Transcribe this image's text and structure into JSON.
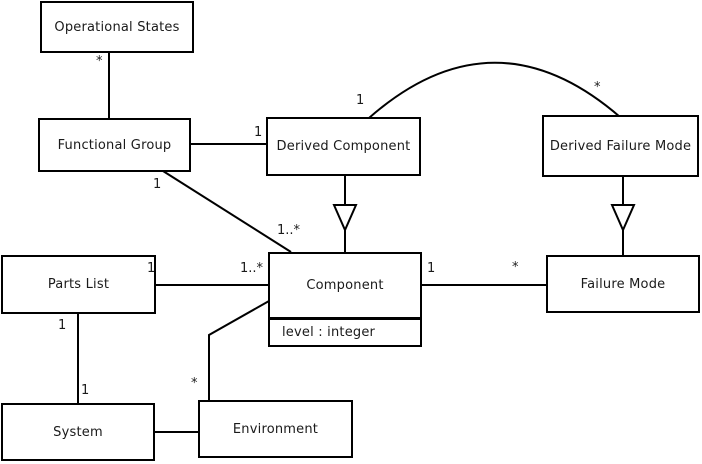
{
  "diagram_type": "uml-class-diagram",
  "colors": {
    "background": "#ffffff",
    "line": "#000000",
    "box_border": "#000000",
    "box_fill": "#ffffff",
    "text": "#1a1a1a"
  },
  "nodes": {
    "operational_states": {
      "label": "Operational States"
    },
    "functional_group": {
      "label": "Functional Group"
    },
    "derived_component": {
      "label": "Derived Component"
    },
    "derived_failure_mode": {
      "label": "Derived Failure Mode"
    },
    "parts_list": {
      "label": "Parts List"
    },
    "component": {
      "label": "Component",
      "attributes": [
        "level : integer"
      ]
    },
    "failure_mode": {
      "label": "Failure Mode"
    },
    "system": {
      "label": "System"
    },
    "environment": {
      "label": "Environment"
    }
  },
  "edges": [
    {
      "from": "Operational States",
      "to": "Functional Group",
      "from_label": "*",
      "to_label": ""
    },
    {
      "from": "Functional Group",
      "to": "Derived Component",
      "from_label": "",
      "to_label": "1"
    },
    {
      "from": "Functional Group",
      "to": "Component",
      "from_label": "1",
      "to_label": "1..*"
    },
    {
      "from": "Derived Component",
      "to": "Component",
      "type": "generalization"
    },
    {
      "from": "Derived Component",
      "to": "Derived Failure Mode",
      "from_label": "1",
      "to_label": "*",
      "shape": "arc"
    },
    {
      "from": "Derived Failure Mode",
      "to": "Failure Mode",
      "type": "generalization"
    },
    {
      "from": "Component",
      "to": "Failure Mode",
      "from_label": "1",
      "to_label": "*"
    },
    {
      "from": "Parts List",
      "to": "Component",
      "from_label": "1",
      "to_label": "1..*"
    },
    {
      "from": "Parts List",
      "to": "System",
      "from_label": "1",
      "to_label": "1"
    },
    {
      "from": "System",
      "to": "Environment"
    },
    {
      "from": "Environment",
      "to": "Component",
      "from_label": "*",
      "to_label": ""
    }
  ]
}
